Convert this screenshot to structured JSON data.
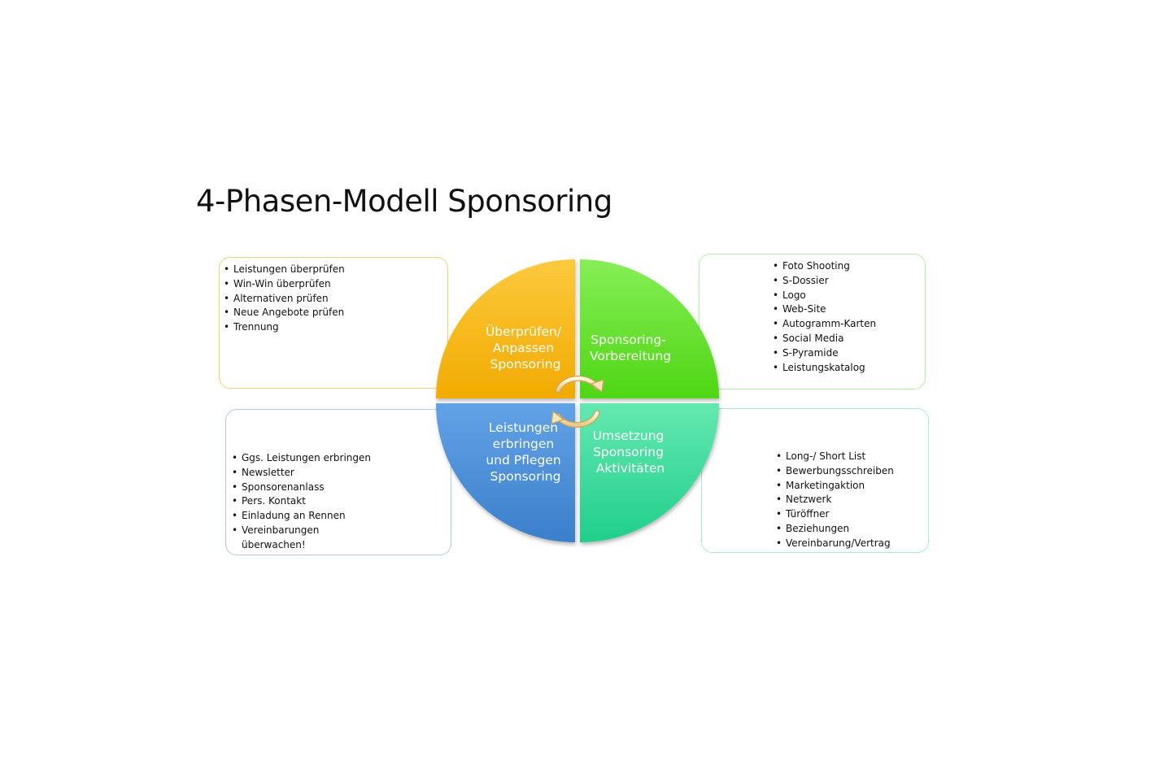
{
  "title": "4-Phasen-Modell Sponsoring",
  "phases": [
    {
      "label_lines": [
        "Überprüfen/",
        "Anpassen",
        "Sponsoring"
      ],
      "color_top": "#fcc93e",
      "color_bottom": "#f2ab00",
      "items": [
        "Leistungen überprüfen",
        "Win-Win überprüfen",
        "Alternativen prüfen",
        "Neue Angebote prüfen",
        "Trennung"
      ]
    },
    {
      "label_lines": [
        "Sponsoring-",
        "Vorbereitung"
      ],
      "color_top": "#86ee56",
      "color_bottom": "#4fd614",
      "items": [
        "Foto Shooting",
        "S-Dossier",
        "Logo",
        "Web-Site",
        "Autogramm-Karten",
        "Social Media",
        "S-Pyramide",
        "Leistungskatalog"
      ]
    },
    {
      "label_lines": [
        "Umsetzung",
        "Sponsoring",
        "Aktivitäten"
      ],
      "color_top": "#64e8b0",
      "color_bottom": "#20cf8a",
      "items": [
        "Long-/ Short List",
        "Bewerbungsschreiben",
        "Marketingaktion",
        "Netzwerk",
        "Türöffner",
        "Beziehungen",
        "Vereinbarung/Vertrag"
      ]
    },
    {
      "label_lines": [
        "Leistungen",
        "erbringen",
        "und Pflegen",
        "Sponsoring"
      ],
      "color_top": "#62a2e6",
      "color_bottom": "#3b7fcb",
      "items": [
        "Ggs. Leistungen erbringen",
        "Newsletter",
        "Sponsorenanlass",
        "Pers. Kontakt",
        "Einladung an Rennen",
        "Vereinbarungen überwachen!"
      ]
    }
  ]
}
